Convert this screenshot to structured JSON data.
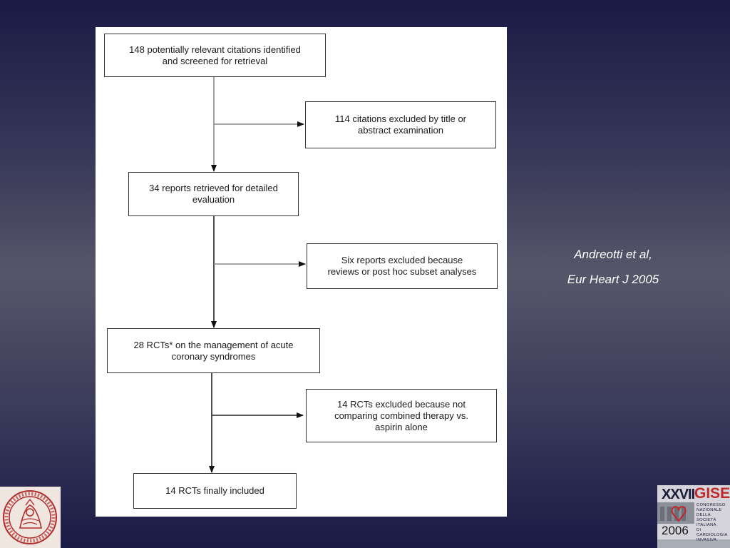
{
  "flowchart": {
    "nodes": [
      {
        "id": "n1",
        "text": "148 potentially relevant citations identified\nand screened  for retrieval"
      },
      {
        "id": "n2",
        "text": "114 citations excluded by title or\nabstract examination"
      },
      {
        "id": "n3",
        "text": "34 reports retrieved for detailed\nevaluation"
      },
      {
        "id": "n4",
        "text": "Six reports excluded because\nreviews or post hoc subset analyses"
      },
      {
        "id": "n5",
        "text": "28 RCTs* on the management of acute\ncoronary syndromes"
      },
      {
        "id": "n6",
        "text": "14 RCTs excluded because not\ncomparing combined therapy vs.\naspirin alone"
      },
      {
        "id": "n7",
        "text": "14 RCTs finally included"
      }
    ],
    "edges": [
      {
        "from": "n1",
        "to": "n3"
      },
      {
        "from": "n1",
        "to": "n2"
      },
      {
        "from": "n3",
        "to": "n5"
      },
      {
        "from": "n3",
        "to": "n4"
      },
      {
        "from": "n5",
        "to": "n7"
      },
      {
        "from": "n5",
        "to": "n6"
      }
    ]
  },
  "citation": {
    "line1": "Andreotti et al,",
    "line2": "Eur Heart J 2005"
  },
  "logo_left": {
    "icon": "university-seal-icon",
    "color": "#b02a2a"
  },
  "logo_right": {
    "roman": "XXVII",
    "name": "GISE",
    "subtitle": "CONGRESSO\nNAZIONALE\nDELLA SOCIETÀ\nITALIANA\nDI CARDIOLOGIA\nINVASIVA",
    "year": "2006",
    "color": "#c0282a"
  }
}
